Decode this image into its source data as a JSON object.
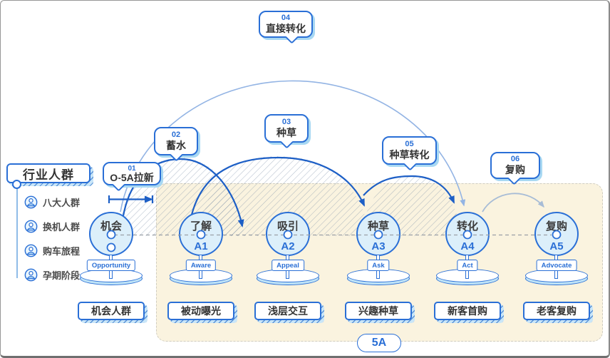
{
  "colors": {
    "accent_blue": "#2A6FD6",
    "arc_dark": "#1D5FC6",
    "arc_light": "#93B4E4",
    "arc_gray": "#A7BCD6",
    "circle_fill": "#DCEFFA",
    "shadow_blue": "#A8D8F2",
    "panel_cream": "#FAF3DF",
    "text_dark": "#3C3C3C"
  },
  "left_panel": {
    "title": "行业人群",
    "item_icon": "person-icon",
    "items": [
      {
        "label": "八大人群"
      },
      {
        "label": "换机人群"
      },
      {
        "label": "购车旅程"
      },
      {
        "label": "孕期阶段"
      }
    ]
  },
  "bubbles": [
    {
      "num": "01",
      "label": "O-5A拉新"
    },
    {
      "num": "02",
      "label": "蓄水"
    },
    {
      "num": "03",
      "label": "种草"
    },
    {
      "num": "04",
      "label": "直接转化"
    },
    {
      "num": "05",
      "label": "种草转化"
    },
    {
      "num": "06",
      "label": "复购"
    }
  ],
  "stages": [
    {
      "zh": "机会",
      "code": "",
      "en": "Opportunity",
      "tag": "机会人群"
    },
    {
      "zh": "了解",
      "code": "A1",
      "en": "Aware",
      "tag": "被动曝光"
    },
    {
      "zh": "吸引",
      "code": "A2",
      "en": "Appeal",
      "tag": "浅层交互"
    },
    {
      "zh": "种草",
      "code": "A3",
      "en": "Ask",
      "tag": "兴趣种草"
    },
    {
      "zh": "转化",
      "code": "A4",
      "en": "Act",
      "tag": "新客首购"
    },
    {
      "zh": "复购",
      "code": "A5",
      "en": "Advocate",
      "tag": "老客复购"
    }
  ],
  "badge": "5A"
}
